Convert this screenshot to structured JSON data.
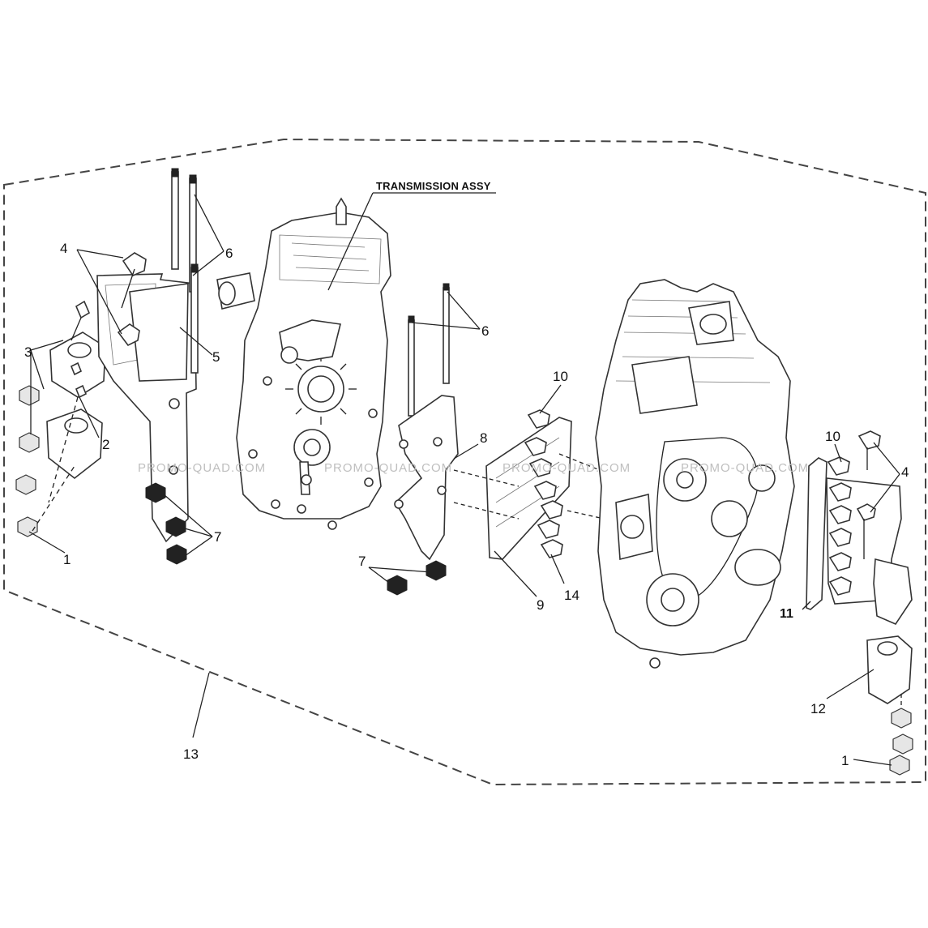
{
  "title_label": "TRANSMISSION ASSY",
  "callouts": {
    "c1a": "1",
    "c1b": "1",
    "c2": "2",
    "c3": "3",
    "c4a": "4",
    "c4b": "4",
    "c5": "5",
    "c6a": "6",
    "c6b": "6",
    "c7a": "7",
    "c7b": "7",
    "c8": "8",
    "c9": "9",
    "c10a": "10",
    "c10b": "10",
    "c11": "11",
    "c12": "12",
    "c13": "13",
    "c14": "14"
  },
  "watermarks": [
    "PROMO-QUAD.COM",
    "PROMO-QUAD.COM",
    "PROMO-QUAD.COM",
    "PROMO-QUAD.COM"
  ],
  "colors": {
    "line": "#222222",
    "watermark": "#bfbfbf",
    "background": "#ffffff"
  }
}
